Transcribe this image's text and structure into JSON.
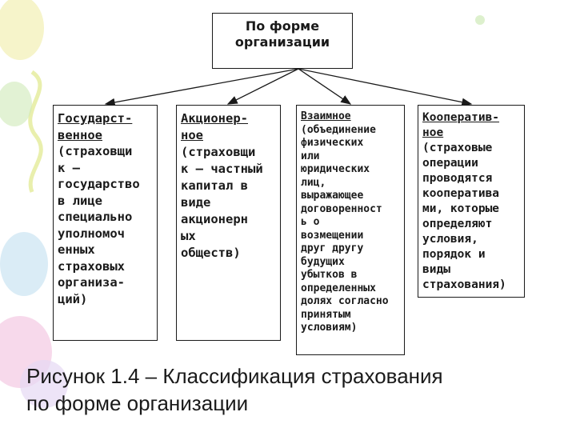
{
  "root": {
    "line1": "По форме",
    "line2": "организации"
  },
  "columns": [
    {
      "title": "Государст-\nвенное",
      "body": "(страховщи\nк –\nгосударство\nв лице\nспециально\nуполномоч\nенных\nстраховых\nорганиза-\nций)"
    },
    {
      "title": "Акционер-\nное",
      "body": "(страховщи\nк – частный\nкапитал в\nвиде\nакционерн\nых\nобществ)"
    },
    {
      "title": "Взаимное",
      "body": "(объединение\nфизических\nили\nюридических\nлиц,\nвыражающее\nдоговоренност\nь о\nвозмещении\nдруг другу\nбудущих\nубытков в\nопределенных\nдолях согласно\nпринятым\nусловиям)"
    },
    {
      "title": "Кооператив-\nное",
      "body": "(страховые\nоперации\nпроводятся\nкооператива\nми, которые\nопределяют\nусловия,\nпорядок и\nвиды\nстрахования)"
    }
  ],
  "caption": "Рисунок 1.4 – Классификация страхования\nпо форме организации",
  "colors": {
    "text": "#1a1a1a",
    "line": "#1a1a1a",
    "background": "#ffffff"
  }
}
